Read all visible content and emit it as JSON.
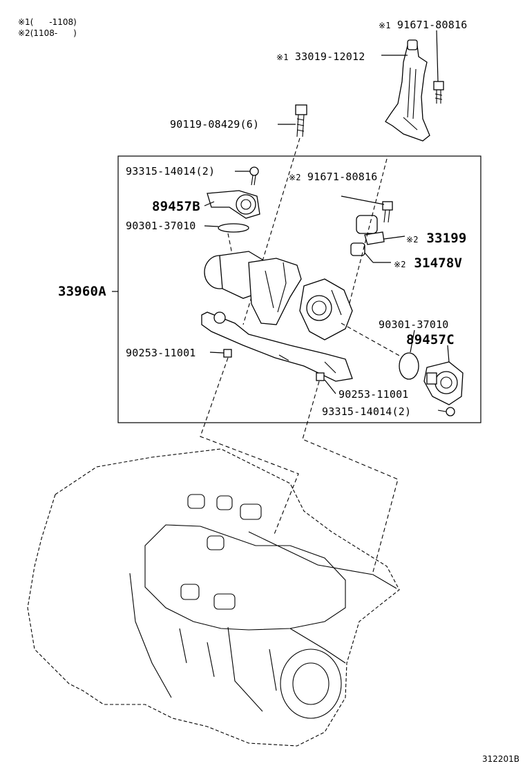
{
  "notes": [
    {
      "mark": "※1",
      "text": "(      -1108)"
    },
    {
      "mark": "※2",
      "text": "(1108-      )"
    }
  ],
  "labels": {
    "p91671_top": {
      "mark": "※1",
      "text": "91671-80816"
    },
    "p33019": {
      "mark": "※1",
      "text": "33019-12012"
    },
    "p90119": {
      "mark": "",
      "text": "90119-08429(6)"
    },
    "p93315_a": {
      "mark": "",
      "text": "93315-14014(2)"
    },
    "p89457b": {
      "mark": "",
      "text": "89457B"
    },
    "p90301_a": {
      "mark": "",
      "text": "90301-37010"
    },
    "p91671_mid": {
      "mark": "※2",
      "text": "91671-80816"
    },
    "p33199": {
      "mark": "※2",
      "text": "33199"
    },
    "p31478v": {
      "mark": "※2",
      "text": "31478V"
    },
    "p33960a": {
      "mark": "",
      "text": "33960A"
    },
    "p90301_b": {
      "mark": "",
      "text": "90301-37010"
    },
    "p89457c": {
      "mark": "",
      "text": "89457C"
    },
    "p90253_a": {
      "mark": "",
      "text": "90253-11001"
    },
    "p90253_b": {
      "mark": "",
      "text": "90253-11001"
    },
    "p93315_b": {
      "mark": "",
      "text": "93315-14014(2)"
    }
  },
  "ref_code": "312201B"
}
